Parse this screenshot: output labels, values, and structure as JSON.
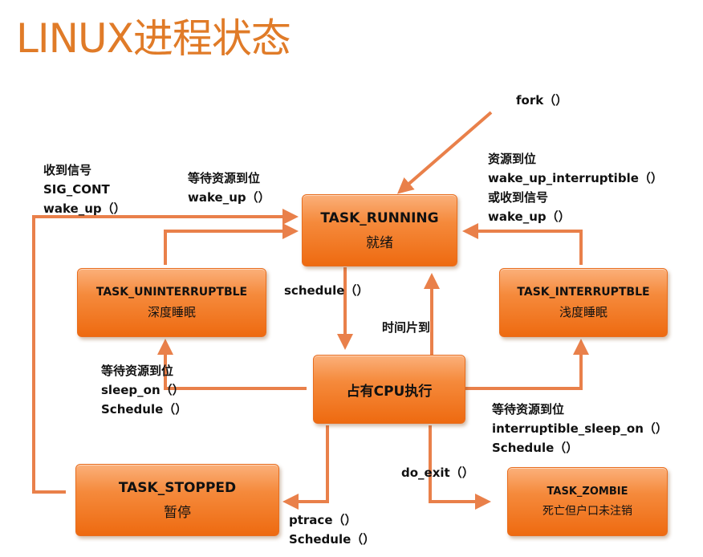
{
  "title": "LINUX进程状态",
  "colors": {
    "title": "#e07b28",
    "arrow": "#e9804a",
    "box_fill": "#f58a3c",
    "text": "#111111"
  },
  "states": {
    "running": {
      "en": "TASK_RUNNING",
      "zh": "就绪"
    },
    "uninterruptible": {
      "en": "TASK_UNINTERRUPTBLE",
      "zh": "深度睡眠"
    },
    "interruptible": {
      "en": "TASK_INTERRUPTBLE",
      "zh": "浅度睡眠"
    },
    "cpu": {
      "en": "占有CPU执行",
      "zh": ""
    },
    "stopped": {
      "en": "TASK_STOPPED",
      "zh": "暂停"
    },
    "zombie": {
      "en": "TASK_ZOMBIE",
      "zh": "死亡但户口未注销"
    }
  },
  "labels": {
    "fork": "fork（）",
    "signal": [
      "收到信号",
      "SIG_CONT",
      "wake_up（）"
    ],
    "wait_wakeup": [
      "等待资源到位",
      "wake_up（）"
    ],
    "wakeup_interruptible": [
      "资源到位",
      "wake_up_interruptible（）",
      "或收到信号",
      "wake_up（）"
    ],
    "schedule": "schedule（）",
    "timeslice": "时间片到",
    "sleep_on": [
      "等待资源到位",
      "sleep_on（）",
      "Schedule（）"
    ],
    "interruptible_sleep_on": [
      "等待资源到位",
      "interruptible_sleep_on（）",
      "Schedule（）"
    ],
    "do_exit": "do_exit（）",
    "ptrace": [
      "ptrace（）",
      "Schedule（）"
    ]
  }
}
